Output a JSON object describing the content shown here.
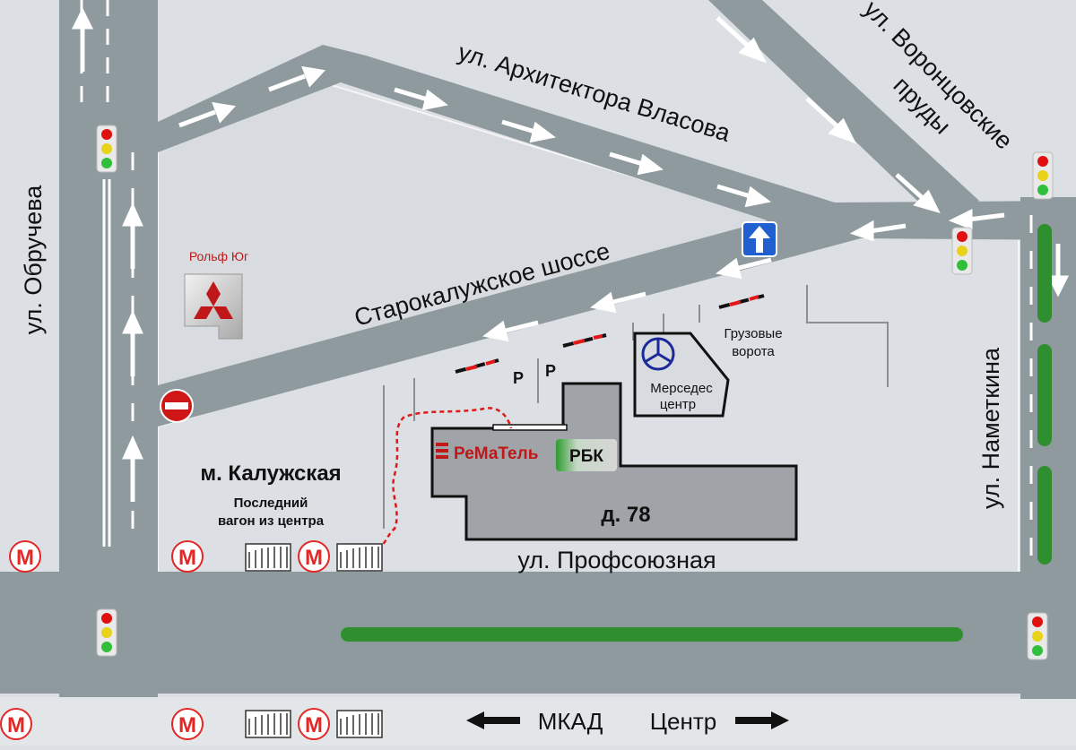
{
  "streets": {
    "obrucheva": "ул. Обручева",
    "arkhitektora_vlasova": "ул. Архитектора Власова",
    "vorontsovskie_1": "ул. Воронцовские",
    "vorontsovskie_2": "пруды",
    "starokaluzhskoe": "Старокалужское шоссе",
    "nametkina": "ул. Наметкина",
    "profsoyuznaya": "ул. Профсоюзная"
  },
  "labels": {
    "rolf": "Рольф Юг",
    "metro_station": "м. Калужская",
    "last_car_1": "Последний",
    "last_car_2": "вагон из центра",
    "building": "д. 78",
    "rematel": "РеМаТель",
    "rbk": "РБК",
    "mercedes_1": "Мерседес",
    "mercedes_2": "центр",
    "gruzovye_1": "Грузовые",
    "gruzovye_2": "ворота",
    "parking_1": "Р",
    "parking_2": "Р",
    "mkad": "МКАД",
    "center": "Центр"
  },
  "icons": {
    "metro_letter": "М",
    "metro_color": "#e32626",
    "traffic_light_colors": [
      "#e01010",
      "#e8d21a",
      "#2fbf3a"
    ],
    "one_way_sign_color": "#1f5fd0",
    "no_entry_color": "#d01717",
    "median_color": "#2f8f2f",
    "route_color": "#e01818"
  }
}
